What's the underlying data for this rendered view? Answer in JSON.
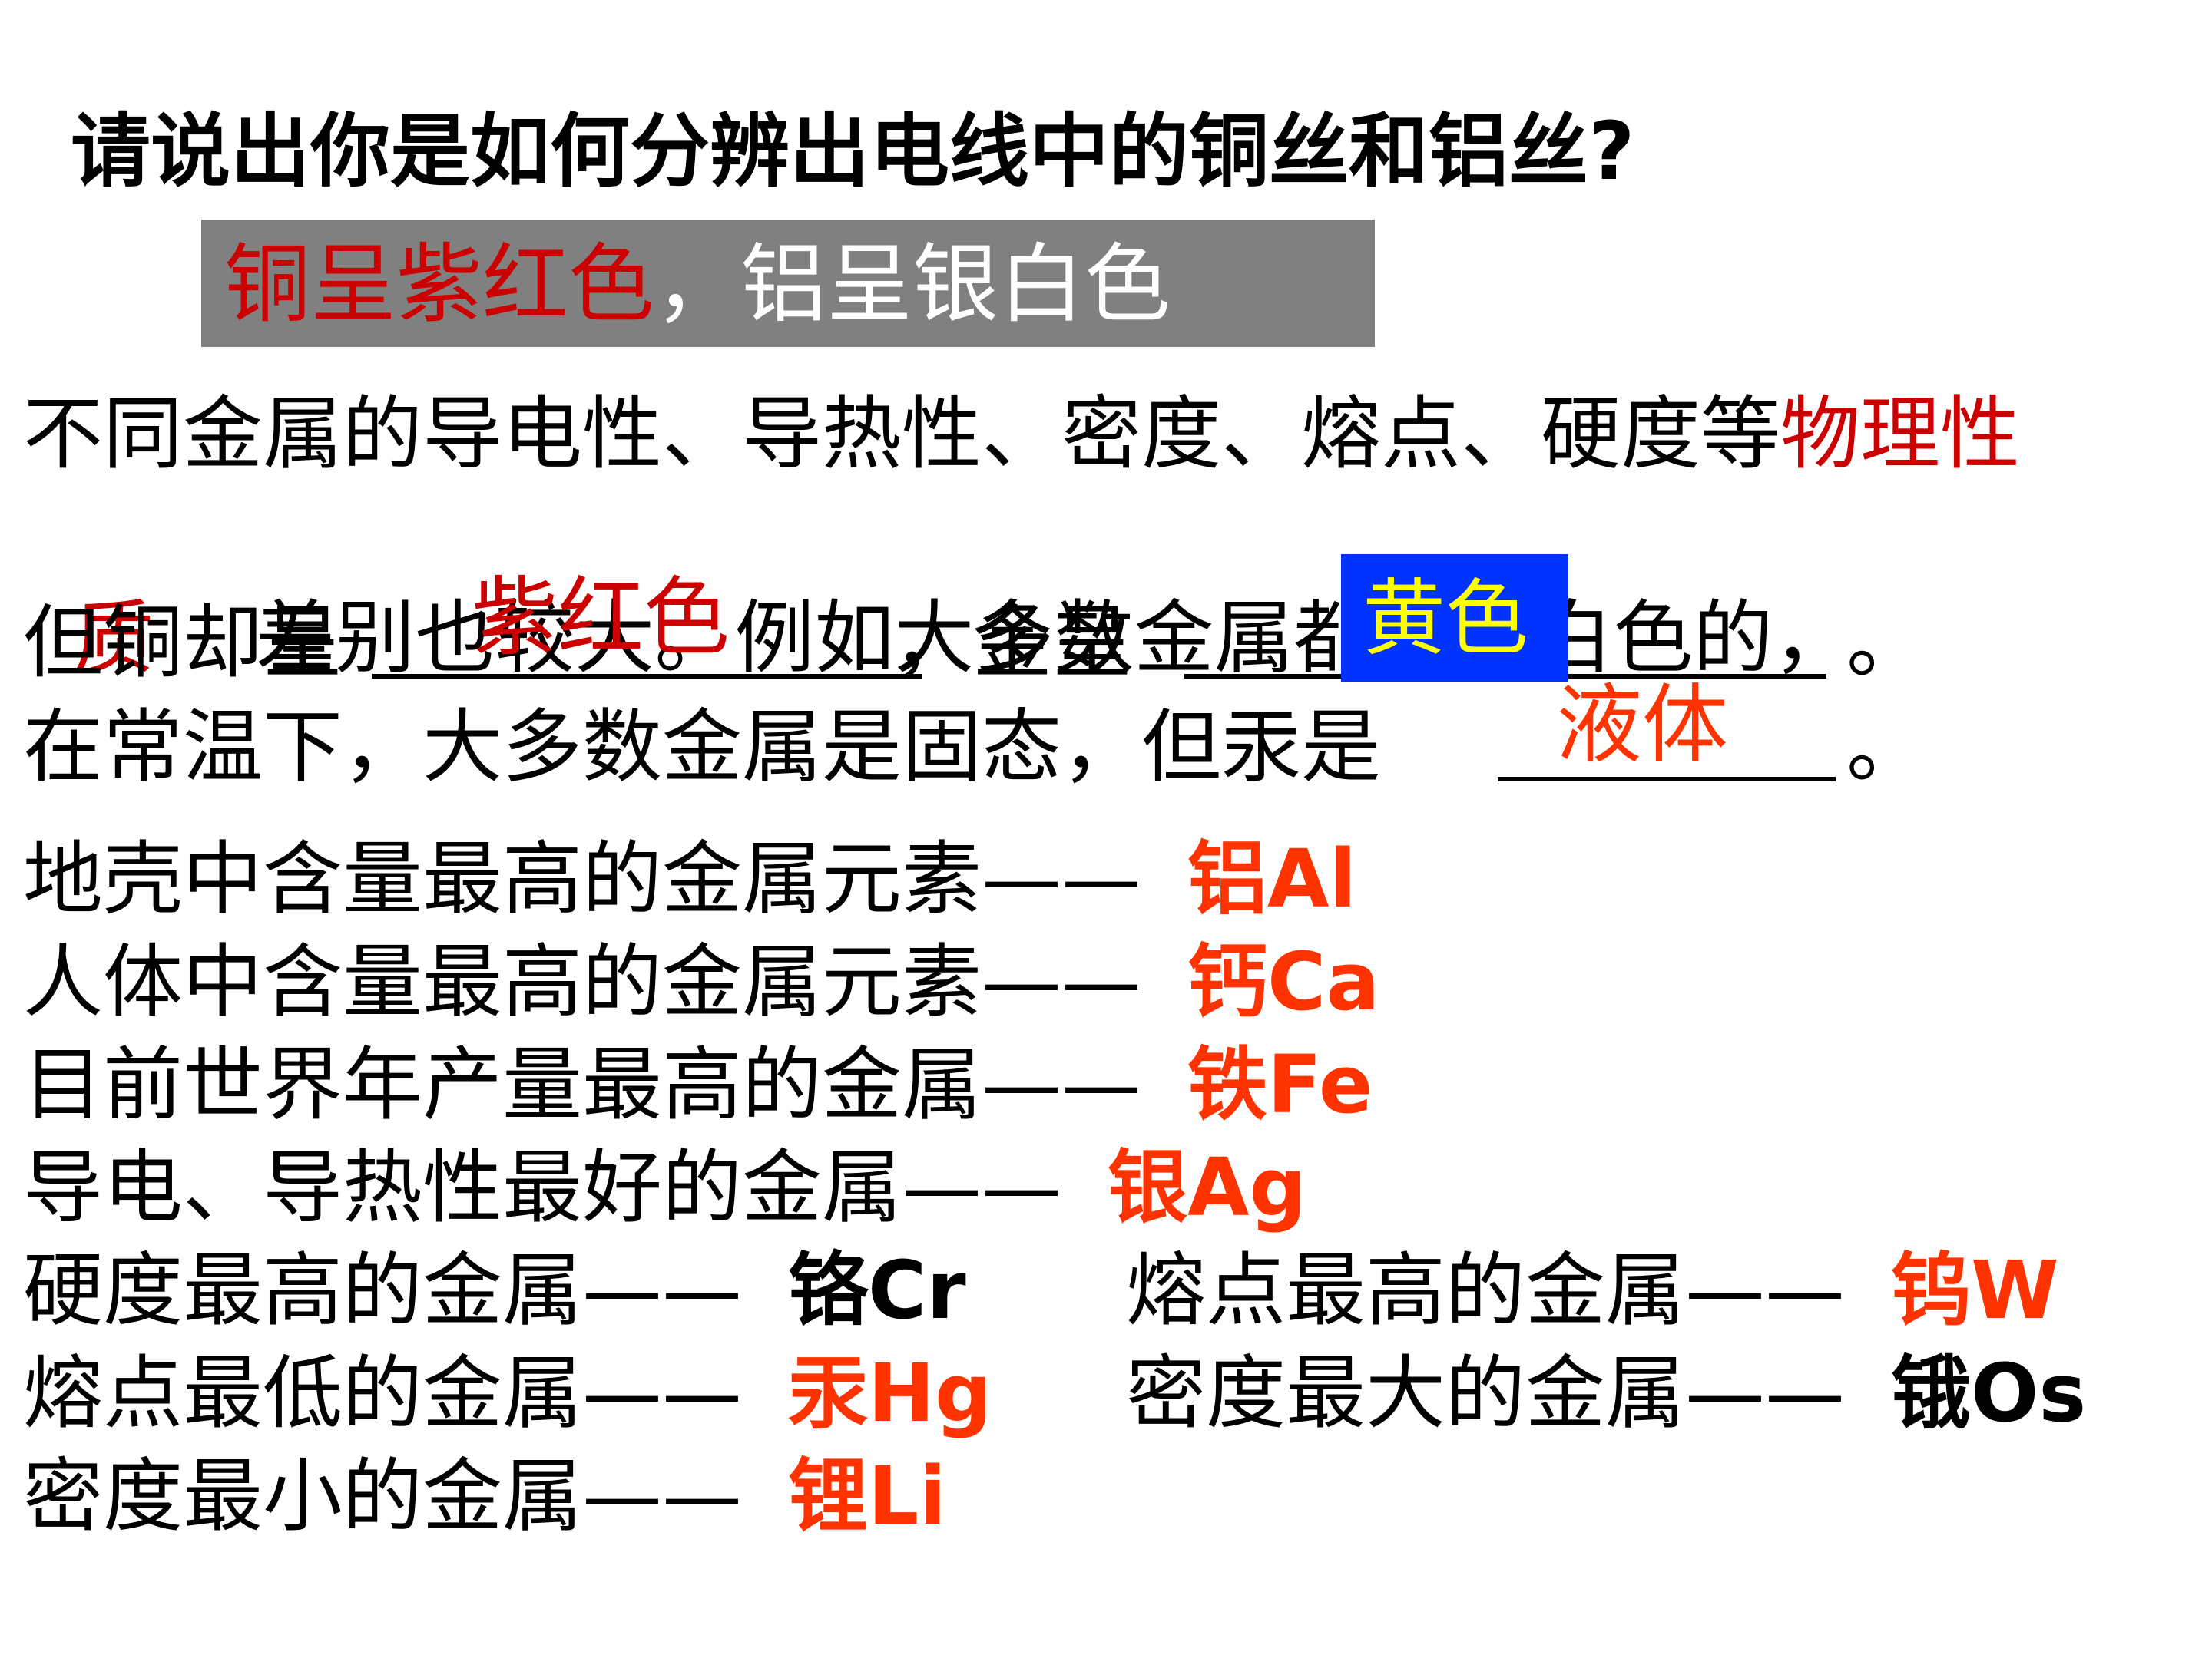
{
  "title": "请说出你是如何分辨出电线中的铜丝和铝丝?",
  "answer_box": {
    "part1": "铜呈紫红色",
    "part2": "，铝呈银白色"
  },
  "paragraph": {
    "line1_black": "不同金属的导电性、导热性、密度、熔点、硬度等",
    "line1_red": "物理性",
    "line2_red": "质",
    "line2_black": "    差别也较大。例如大多数金属都是银白色的，",
    "line3_a": "但铜却呈",
    "line3_b": "，金呈",
    "line3_end": "。",
    "line4_a": "在常温下，大多数金属是固态，但汞是",
    "line4_end": "。"
  },
  "blanks": {
    "copper_color": "紫红色",
    "gold_color": "黄色",
    "mercury_state": "液体"
  },
  "facts": [
    {
      "label": "地壳中含量最高的金属元素——",
      "answer": "铝Al"
    },
    {
      "label": "人体中含量最高的金属元素——",
      "answer": "钙Ca"
    },
    {
      "label": "目前世界年产量最高的金属——",
      "answer": "铁Fe"
    },
    {
      "label": "导电、导热性最好的金属——",
      "answer": "银Ag"
    },
    {
      "label": "硬度最高的金属——",
      "answer": "铬Cr"
    },
    {
      "label": "熔点最高的金属——",
      "answer": "钨W"
    },
    {
      "label": "熔点最低的金属——",
      "answer": "汞Hg"
    },
    {
      "label": "密度最大的金属——",
      "answer": "锇Os"
    },
    {
      "label": "密度最小的金属——",
      "answer": "锂Li"
    }
  ],
  "colors": {
    "answer_red": "#cc0000",
    "answer_orange": "#ff3300",
    "gray_box": "#808080",
    "blue_box": "#0033ff",
    "yellow_text": "#ffff00"
  }
}
